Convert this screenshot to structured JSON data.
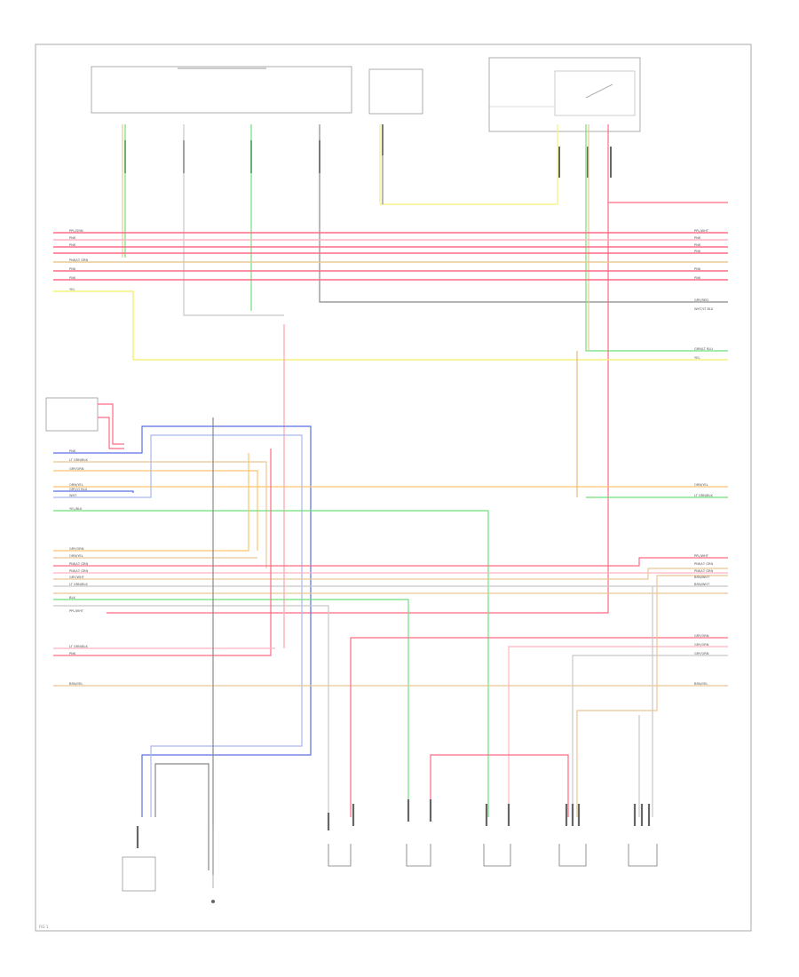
{
  "diagram": {
    "type": "wiring-schematic",
    "colors": {
      "red": "#ff6b85",
      "pink": "#ffb3c1",
      "yellow": "#f5f07a",
      "green": "#6fe07a",
      "blue": "#5b6fe0",
      "light_blue": "#a8b8f0",
      "orange": "#ffc46b",
      "tan": "#e8c893",
      "gray": "#c8c8c8",
      "dark_gray": "#888888",
      "box": "#999999"
    },
    "right_wire_labels": [
      "PPL/WHT",
      "PNK",
      "PNK",
      "PNK",
      "PNK",
      "PNK",
      "GRY/RED",
      "WHT/LT BLU",
      "GRN/LT BLU",
      "YEL",
      "ORN/YEL",
      "LT GRN/BLK",
      "PPL/WHT",
      "PNK/LT GRN",
      "PNK/LT GRN",
      "BRN/WHT",
      "BRN/WHT",
      "GRY/ORN",
      "GRY/ORN",
      "GRY/ORN",
      "BRN/YEL"
    ],
    "left_wire_labels": [
      "PPL/GRN",
      "PNK",
      "PNK",
      "PNK/LT GRN",
      "PNK",
      "PNK",
      "YEL",
      "PNK",
      "LT GRN/BLK",
      "GRY/ORN",
      "ORN/YEL",
      "GRY/LT BLU",
      "WHT",
      "YEL/BLK",
      "GRY/ORN",
      "ORN/YEL",
      "PNK/LT GRN",
      "PNK/LT GRN",
      "GRY/WHT",
      "LT GRN/BLK",
      "BLK",
      "PPL/WHT",
      "LT GRN/BLK",
      "PNK",
      "BRN/YEL"
    ],
    "page_number": "FIG 1"
  }
}
